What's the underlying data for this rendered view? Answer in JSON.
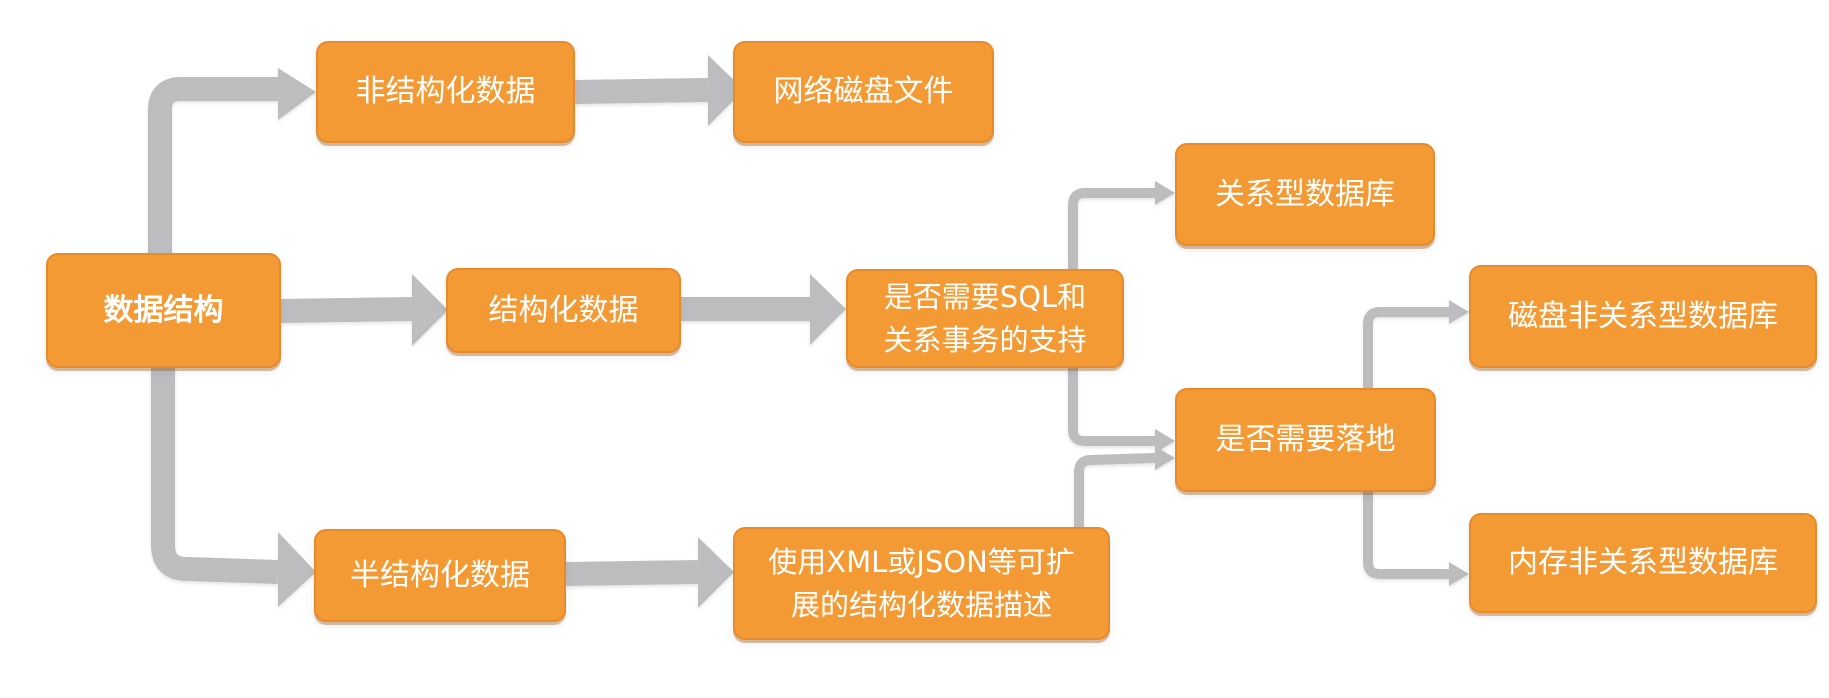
{
  "colors": {
    "node_fill": "#F39A34",
    "node_border": "#E8892A",
    "arrow": "#BDBDC0",
    "text": "#FFFFFF"
  },
  "nodes": [
    {
      "id": "data-structure",
      "label": "数据结构",
      "bold": true
    },
    {
      "id": "unstructured",
      "label": "非结构化数据"
    },
    {
      "id": "network-disk-file",
      "label": "网络磁盘文件"
    },
    {
      "id": "structured",
      "label": "结构化数据"
    },
    {
      "id": "need-sql",
      "label": "是否需要SQL和\n关系事务的支持"
    },
    {
      "id": "relational-db",
      "label": "关系型数据库"
    },
    {
      "id": "need-persist",
      "label": "是否需要落地"
    },
    {
      "id": "disk-nosql",
      "label": "磁盘非关系型数据库"
    },
    {
      "id": "memory-nosql",
      "label": "内存非关系型数据库"
    },
    {
      "id": "semi-structured",
      "label": "半结构化数据"
    },
    {
      "id": "xml-json",
      "label": "使用XML或JSON等可扩\n展的结构化数据描述"
    }
  ],
  "edges": [
    {
      "from": "data-structure",
      "to": "unstructured"
    },
    {
      "from": "data-structure",
      "to": "structured"
    },
    {
      "from": "data-structure",
      "to": "semi-structured"
    },
    {
      "from": "unstructured",
      "to": "network-disk-file"
    },
    {
      "from": "structured",
      "to": "need-sql"
    },
    {
      "from": "semi-structured",
      "to": "xml-json"
    },
    {
      "from": "need-sql",
      "to": "relational-db"
    },
    {
      "from": "need-sql",
      "to": "need-persist"
    },
    {
      "from": "xml-json",
      "to": "need-persist"
    },
    {
      "from": "need-persist",
      "to": "disk-nosql"
    },
    {
      "from": "need-persist",
      "to": "memory-nosql"
    }
  ]
}
